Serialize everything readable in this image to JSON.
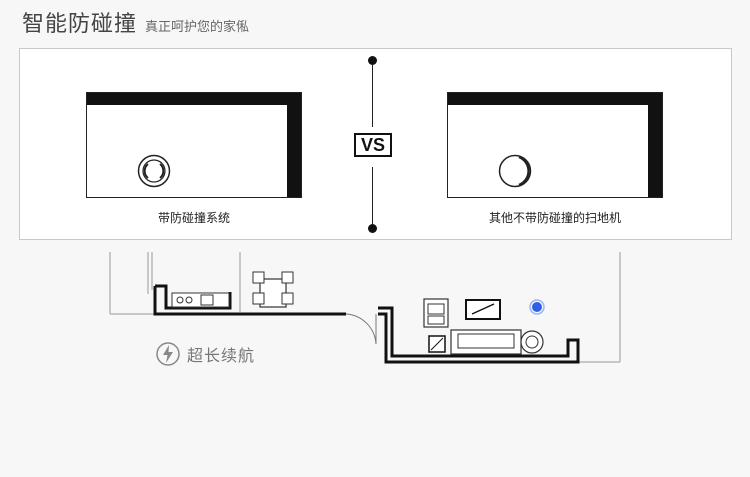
{
  "header": {
    "title": "智能防碰撞",
    "subtitle": "真正呵护您的家俬"
  },
  "comparison": {
    "left_caption": "带防碰撞系统",
    "right_caption": "其他不带防碰撞的扫地机",
    "vs_label": "VS"
  },
  "brand": {
    "text": "超长续航",
    "icon": "lightning-bolt-icon"
  },
  "colors": {
    "wall": "#111111",
    "robot_marker": "#2f5fe8"
  }
}
